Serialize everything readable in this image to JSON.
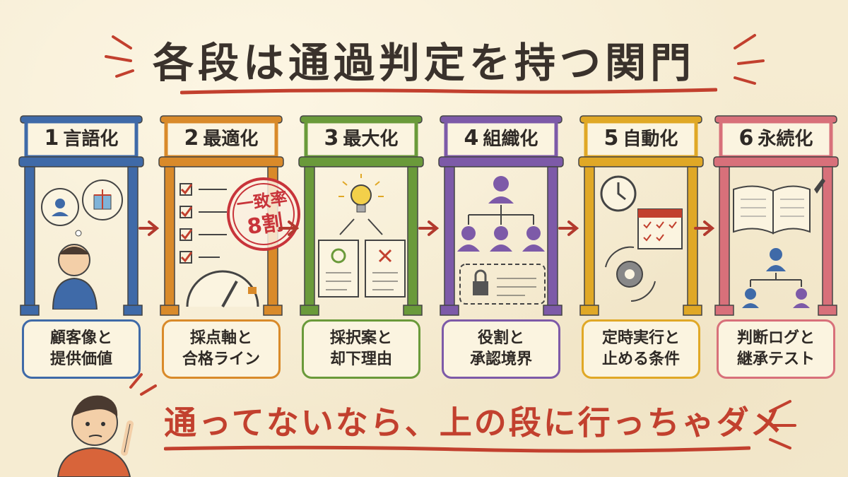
{
  "title": "各段は通過判定を持つ関門",
  "slogan": "通ってないなら、上の段に行っちゃダメ",
  "stamp": {
    "line1": "一致率",
    "line2": "8割"
  },
  "colors": {
    "gate1": "#3f6aa8",
    "gate2": "#d98a2a",
    "gate3": "#6a9a3a",
    "gate4": "#7d5aa8",
    "gate5": "#e0a826",
    "gate6": "#d8707a",
    "accent_red": "#c2402e"
  },
  "stages": [
    {
      "num": "1",
      "name": "言語化",
      "desc": [
        "顧客像と",
        "提供価値"
      ],
      "icon": "customer-thinking-icon"
    },
    {
      "num": "2",
      "name": "最適化",
      "desc": [
        "採点軸と",
        "合格ライン"
      ],
      "icon": "checklist-gauge-icon"
    },
    {
      "num": "3",
      "name": "最大化",
      "desc": [
        "採択案と",
        "却下理由"
      ],
      "icon": "lightbulb-options-icon"
    },
    {
      "num": "4",
      "name": "組織化",
      "desc": [
        "役割と",
        "承認境界"
      ],
      "icon": "org-chart-lock-icon"
    },
    {
      "num": "5",
      "name": "自動化",
      "desc": [
        "定時実行と",
        "止める条件"
      ],
      "icon": "clock-calendar-gear-icon"
    },
    {
      "num": "6",
      "name": "永続化",
      "desc": [
        "判断ログと",
        "継承テスト"
      ],
      "icon": "book-org-icon"
    }
  ]
}
